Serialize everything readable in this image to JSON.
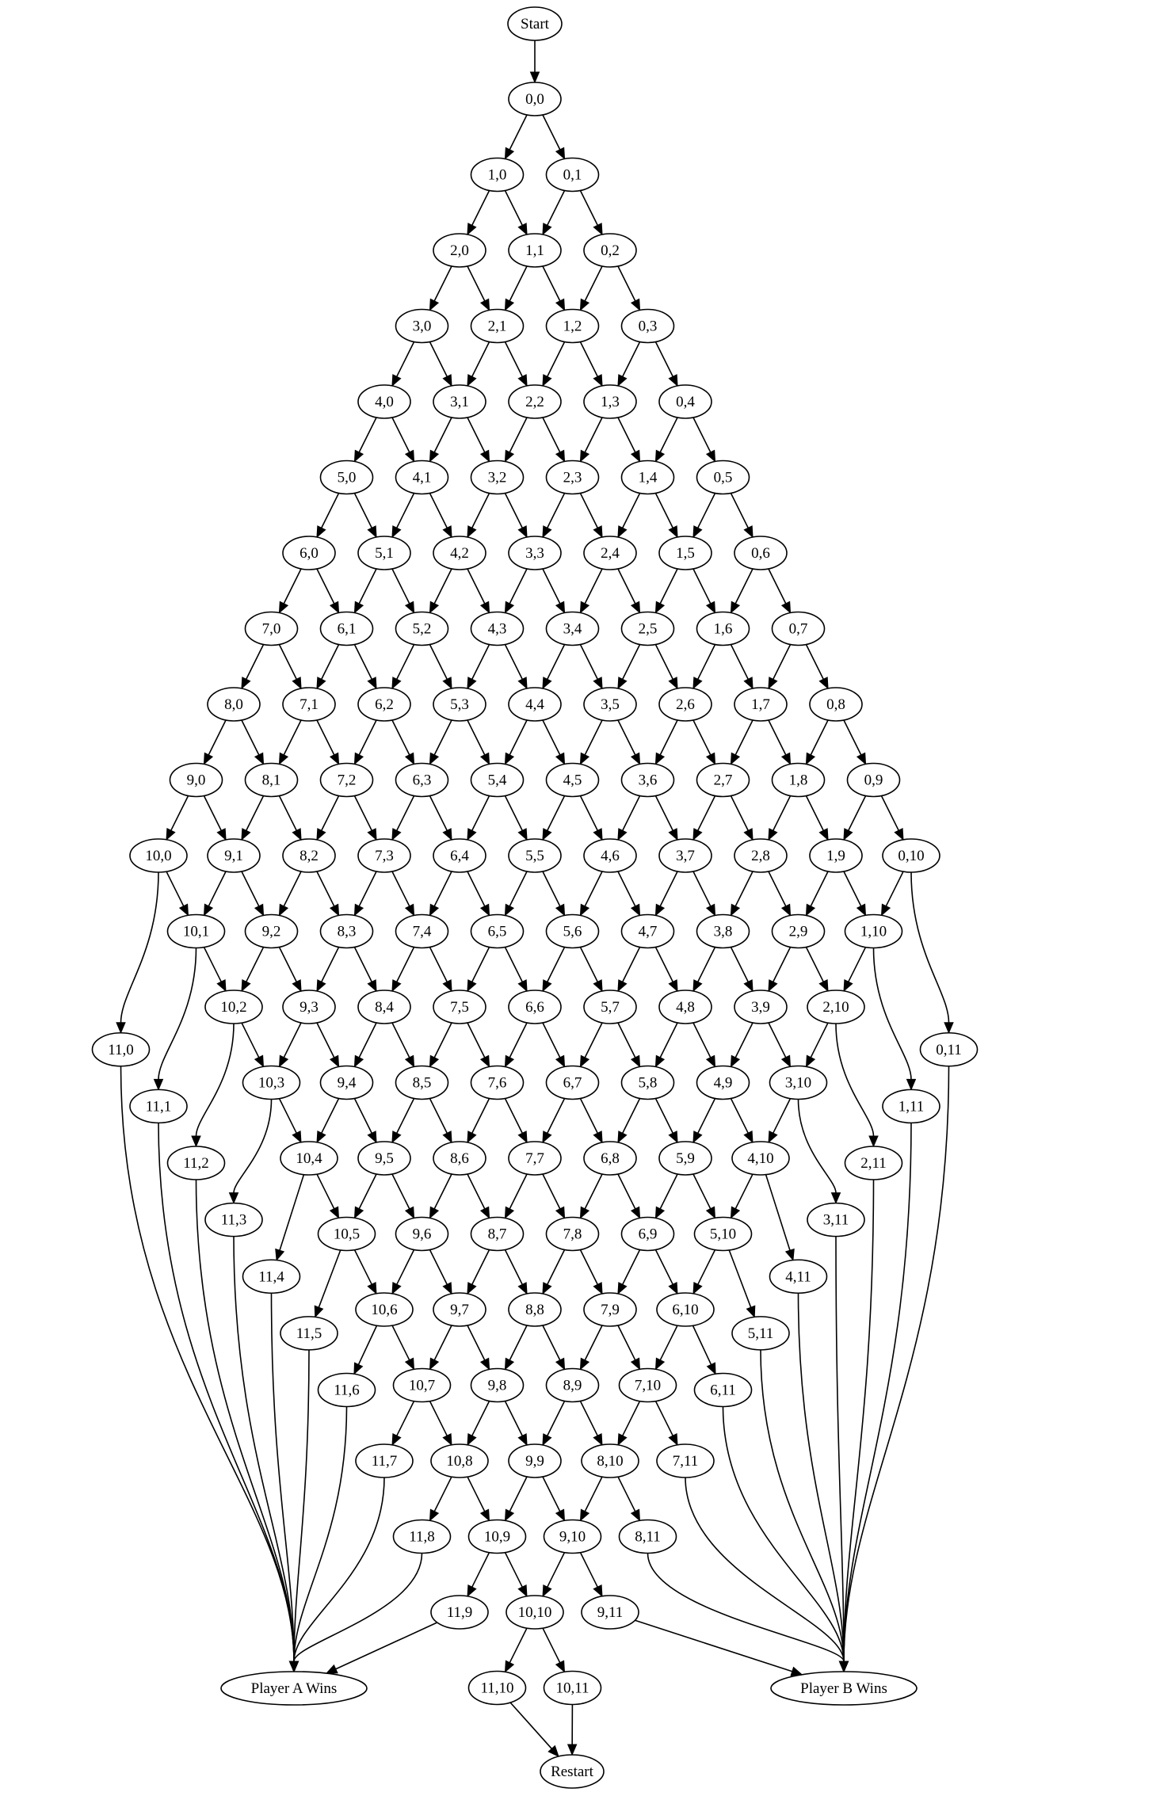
{
  "graph": {
    "start_label": "Start",
    "restart_label": "Restart",
    "player_a_label": "Player A Wins",
    "player_b_label": "Player B Wins",
    "points_to_win": 11,
    "colors": {
      "stroke": "#000000",
      "fill": "#ffffff",
      "text": "#000000"
    }
  }
}
